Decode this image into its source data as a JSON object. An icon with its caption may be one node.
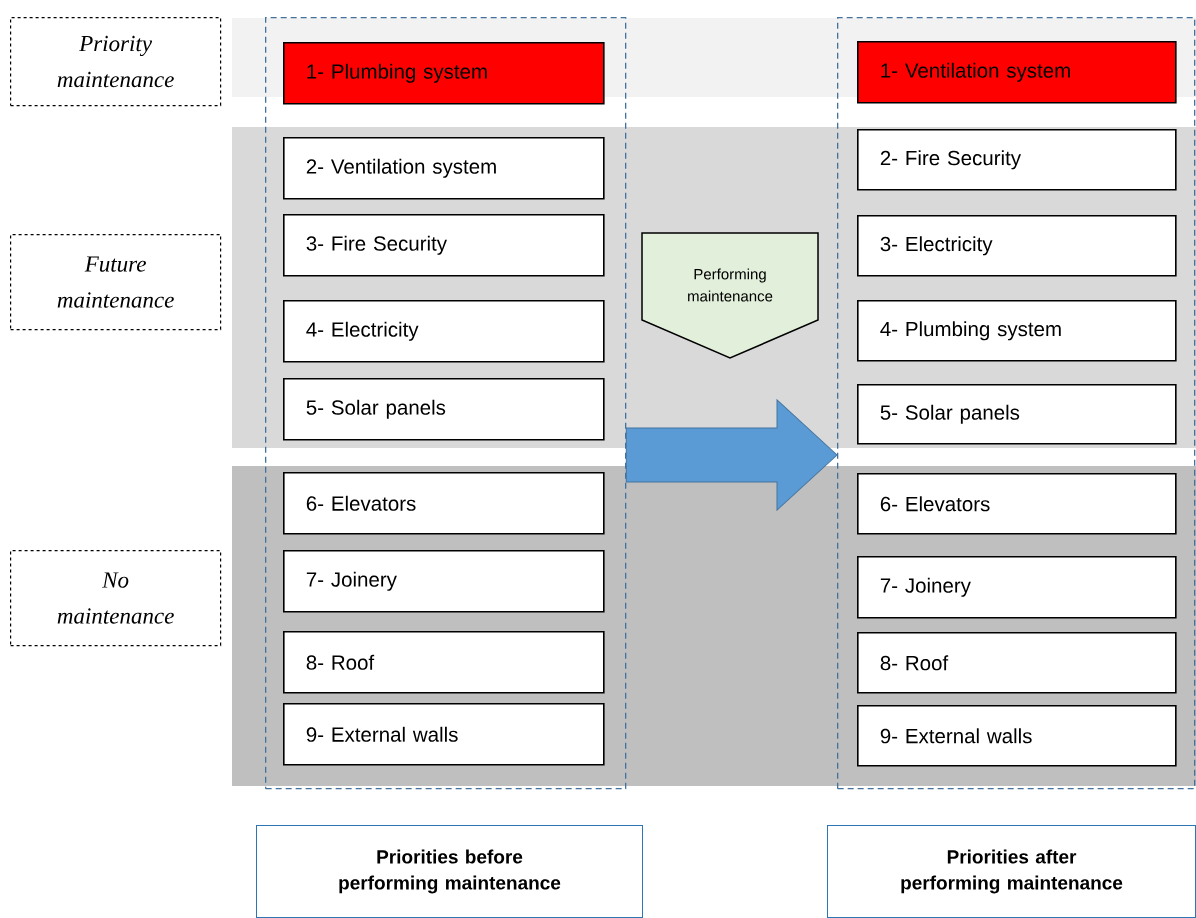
{
  "diagram": {
    "nodes": [
      {
        "text": [
          "Priority maintenance"
        ]
      },
      {
        "text": [
          "Future maintenance"
        ]
      },
      {
        "text": [
          "No maintenance"
        ]
      },
      {
        "text": [],
        "shape": "box"
      },
      {
        "text": [
          "1- Plumbing system"
        ],
        "in": 3
      },
      {
        "text": [
          "2- Ventilation system"
        ],
        "in": 3
      },
      {
        "text": [
          "3- Fire Security"
        ],
        "in": 3
      },
      {
        "text": [
          "4- Electricity"
        ],
        "in": 3
      },
      {
        "text": [
          "5- Solar panels"
        ],
        "in": 3
      },
      {
        "text": [
          "6- Elevators"
        ],
        "in": 3
      },
      {
        "text": [
          "7- Joinery"
        ],
        "in": 3
      },
      {
        "text": [
          "8- Roof"
        ],
        "in": 3
      },
      {
        "text": [
          "9- External walls"
        ],
        "in": 3
      },
      {
        "text": [
          "Performing maintenance"
        ]
      },
      {
        "text": [],
        "shape": "box"
      },
      {
        "text": [
          "1- Ventilation system"
        ],
        "in": 14
      },
      {
        "text": [
          "2- Fire Security"
        ],
        "in": 14
      },
      {
        "text": [
          "3- Electricity"
        ],
        "in": 14
      },
      {
        "text": [
          "4- Plumbing system"
        ],
        "in": 14
      },
      {
        "text": [
          "5- Solar panels"
        ],
        "in": 14
      },
      {
        "text": [
          "6- Elevators"
        ],
        "in": 14
      },
      {
        "text": [
          "7- Joinery"
        ],
        "in": 14
      },
      {
        "text": [
          "8- Roof"
        ],
        "in": 14
      },
      {
        "text": [
          "9- External walls"
        ],
        "in": 14
      },
      {
        "text": [
          "Priorities before performing maintenance"
        ]
      },
      {
        "text": [
          "Priorities after performing maintenance"
        ]
      }
    ],
    "edges": [
      {
        "from": 3,
        "to": 14,
        "arrow": "to",
        "style": "thick",
        "color": "#5b9bd5"
      }
    ]
  }
}
